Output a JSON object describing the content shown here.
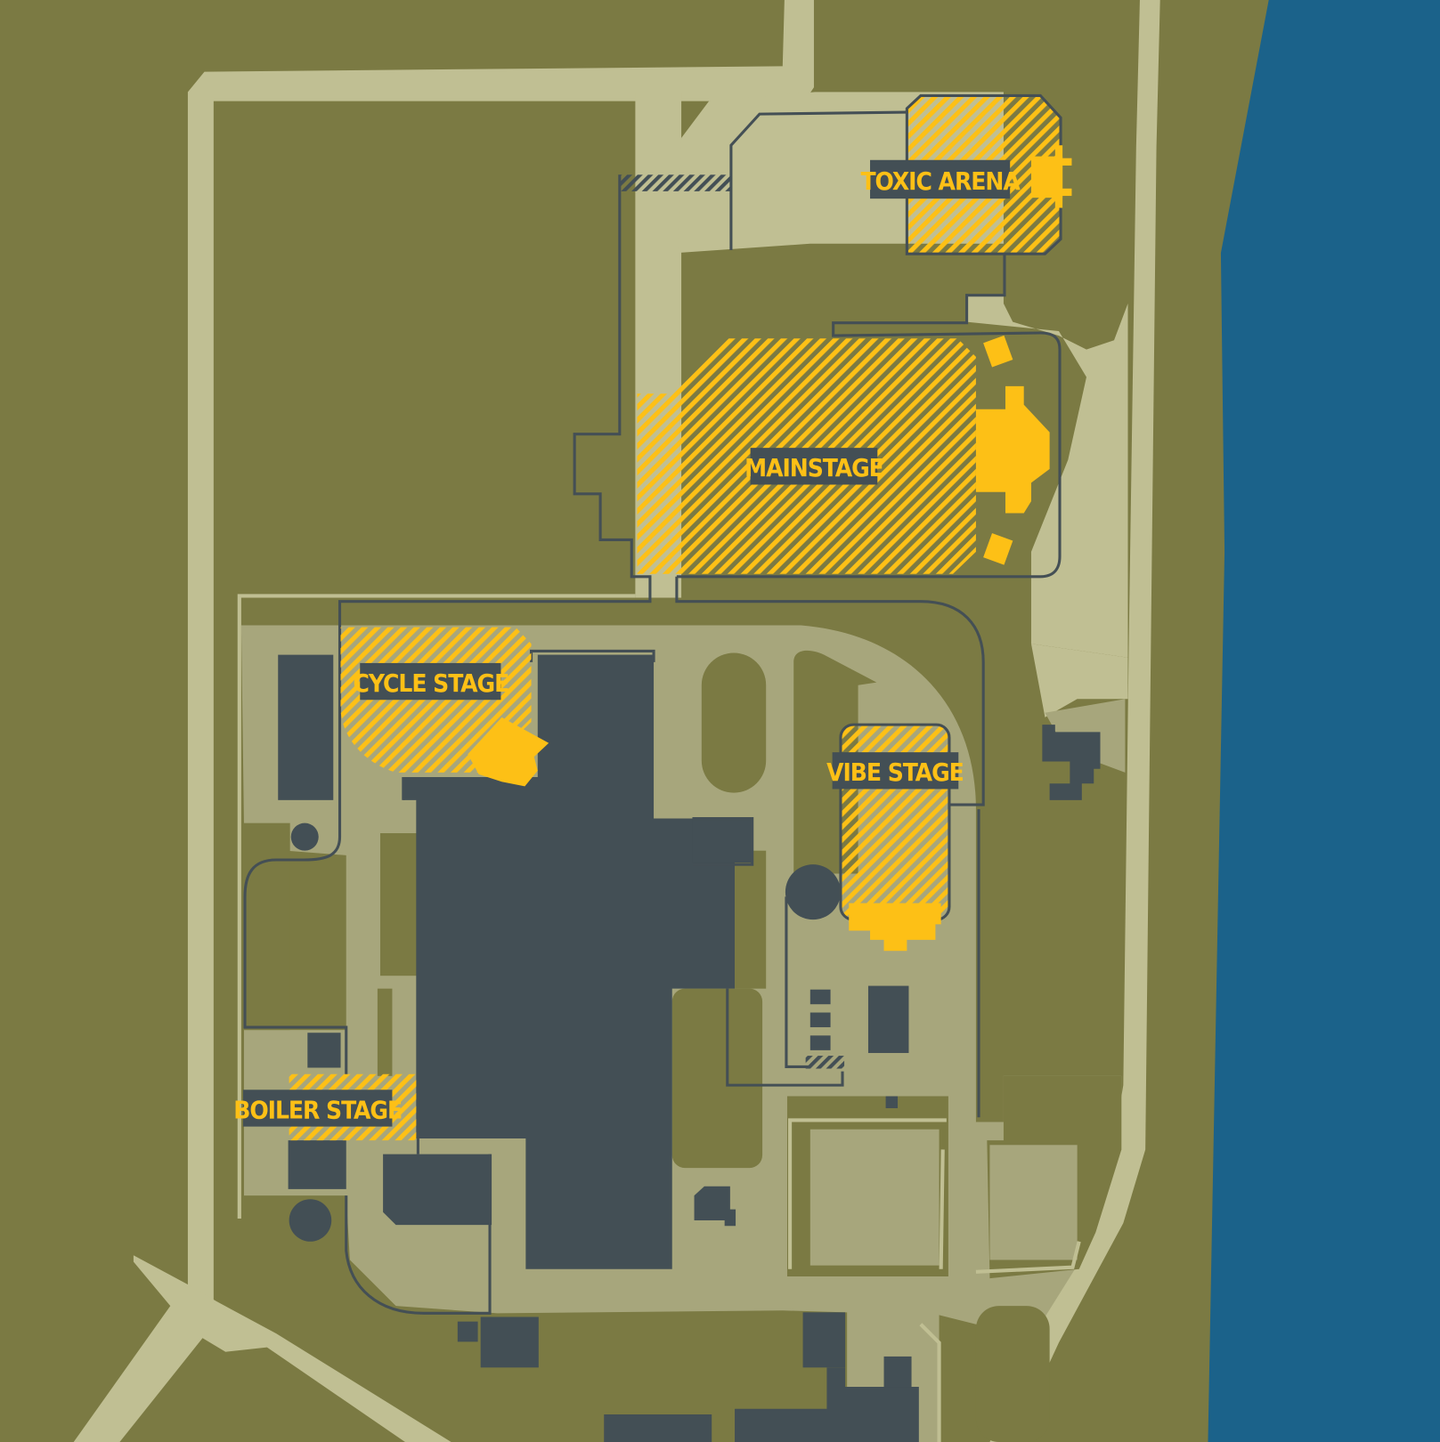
{
  "map": {
    "stages": [
      {
        "id": "toxic-arena",
        "label": "TOXIC ARENA"
      },
      {
        "id": "mainstage",
        "label": "MAINSTAGE"
      },
      {
        "id": "cycle-stage",
        "label": "CYCLE STAGE"
      },
      {
        "id": "vibe-stage",
        "label": "VIBE STAGE"
      },
      {
        "id": "boiler-stage",
        "label": "BOILER STAGE"
      }
    ],
    "colors": {
      "grass": "#7b7a43",
      "road": "#c0bf93",
      "paved": "#a7a67c",
      "building": "#434f55",
      "stage": "#fdc016",
      "water": "#1b628a"
    }
  }
}
